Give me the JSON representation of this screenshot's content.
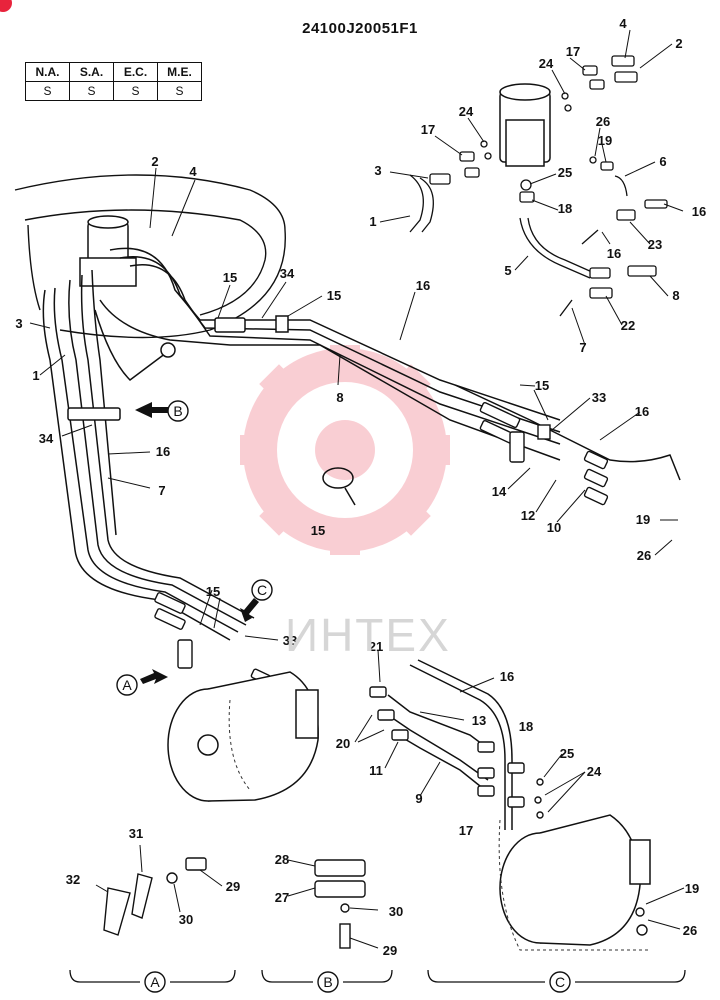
{
  "part_number": "24100J20051F1",
  "availability": {
    "headers": [
      "N.A.",
      "S.A.",
      "E.C.",
      "M.E."
    ],
    "values": [
      "S",
      "S",
      "S",
      "S"
    ]
  },
  "watermark": "ИНТЕХ",
  "callouts": [
    {
      "id": "c4a",
      "text": "4"
    },
    {
      "id": "c2a",
      "text": "2"
    },
    {
      "id": "c24a",
      "text": "24"
    },
    {
      "id": "c17a",
      "text": "17"
    },
    {
      "id": "c24b",
      "text": "24"
    },
    {
      "id": "c17b",
      "text": "17"
    },
    {
      "id": "c26a",
      "text": "26"
    },
    {
      "id": "c19a",
      "text": "19"
    },
    {
      "id": "c6",
      "text": "6"
    },
    {
      "id": "c3a",
      "text": "3"
    },
    {
      "id": "c25a",
      "text": "25"
    },
    {
      "id": "c1a",
      "text": "1"
    },
    {
      "id": "c18a",
      "text": "18"
    },
    {
      "id": "c16a",
      "text": "16"
    },
    {
      "id": "c23",
      "text": "23"
    },
    {
      "id": "c16b",
      "text": "16"
    },
    {
      "id": "c5",
      "text": "5"
    },
    {
      "id": "c8a",
      "text": "8"
    },
    {
      "id": "c22",
      "text": "22"
    },
    {
      "id": "c7a",
      "text": "7"
    },
    {
      "id": "c2b",
      "text": "2"
    },
    {
      "id": "c4b",
      "text": "4"
    },
    {
      "id": "c3b",
      "text": "3"
    },
    {
      "id": "c15a",
      "text": "15"
    },
    {
      "id": "c34a",
      "text": "34"
    },
    {
      "id": "c15b",
      "text": "15"
    },
    {
      "id": "c16c",
      "text": "16"
    },
    {
      "id": "c1b",
      "text": "1"
    },
    {
      "id": "c8b",
      "text": "8"
    },
    {
      "id": "c15c",
      "text": "15"
    },
    {
      "id": "c33a",
      "text": "33"
    },
    {
      "id": "c16d",
      "text": "16"
    },
    {
      "id": "c34b",
      "text": "34"
    },
    {
      "id": "c16e",
      "text": "16"
    },
    {
      "id": "c7b",
      "text": "7"
    },
    {
      "id": "c14",
      "text": "14"
    },
    {
      "id": "c12",
      "text": "12"
    },
    {
      "id": "c10",
      "text": "10"
    },
    {
      "id": "c19b",
      "text": "19"
    },
    {
      "id": "c26b",
      "text": "26"
    },
    {
      "id": "c15d",
      "text": "15"
    },
    {
      "id": "c15e",
      "text": "15"
    },
    {
      "id": "c33b",
      "text": "33"
    },
    {
      "id": "c21",
      "text": "21"
    },
    {
      "id": "c16f",
      "text": "16"
    },
    {
      "id": "c13",
      "text": "13"
    },
    {
      "id": "c20",
      "text": "20"
    },
    {
      "id": "c18b",
      "text": "18"
    },
    {
      "id": "c11",
      "text": "11"
    },
    {
      "id": "c25b",
      "text": "25"
    },
    {
      "id": "c24c",
      "text": "24"
    },
    {
      "id": "c9",
      "text": "9"
    },
    {
      "id": "c17c",
      "text": "17"
    },
    {
      "id": "c31",
      "text": "31"
    },
    {
      "id": "c28",
      "text": "28"
    },
    {
      "id": "c32",
      "text": "32"
    },
    {
      "id": "c29a",
      "text": "29"
    },
    {
      "id": "c30a",
      "text": "30"
    },
    {
      "id": "c27",
      "text": "27"
    },
    {
      "id": "c30b",
      "text": "30"
    },
    {
      "id": "c29b",
      "text": "29"
    },
    {
      "id": "c19c",
      "text": "19"
    },
    {
      "id": "c26c",
      "text": "26"
    }
  ],
  "view_markers": [
    {
      "id": "vB",
      "text": "B"
    },
    {
      "id": "vC",
      "text": "C"
    },
    {
      "id": "vA",
      "text": "A"
    }
  ],
  "section_labels": [
    {
      "id": "sA",
      "text": "A"
    },
    {
      "id": "sB",
      "text": "B"
    },
    {
      "id": "sC",
      "text": "C"
    }
  ]
}
